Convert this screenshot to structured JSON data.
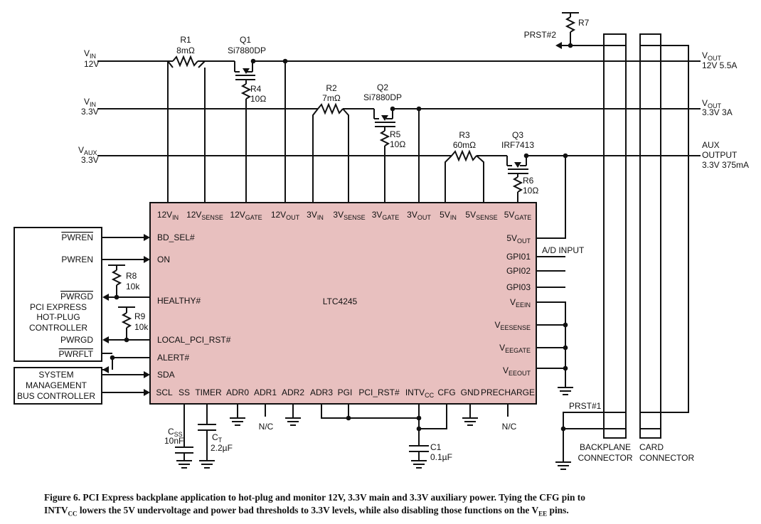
{
  "rails": {
    "vin12": {
      "main": "V",
      "sub": "IN",
      "value": "12V"
    },
    "vin33": {
      "main": "V",
      "sub": "IN",
      "value": "3.3V"
    },
    "vaux": {
      "main": "V",
      "sub": "AUX",
      "value": "3.3V"
    }
  },
  "outputs": {
    "vout12": {
      "main": "V",
      "sub": "OUT",
      "value": "12V 5.5A"
    },
    "vout33": {
      "main": "V",
      "sub": "OUT",
      "value": "3.3V 3A"
    },
    "aux": {
      "line1": "AUX",
      "line2": "OUTPUT",
      "line3": "3.3V 375mA"
    }
  },
  "components": {
    "r1": {
      "ref": "R1",
      "value": "8mΩ"
    },
    "q1": {
      "ref": "Q1",
      "part": "Si7880DP"
    },
    "r4": {
      "ref": "R4",
      "value": "10Ω"
    },
    "r2": {
      "ref": "R2",
      "value": "7mΩ"
    },
    "q2": {
      "ref": "Q2",
      "part": "Si7880DP"
    },
    "r5": {
      "ref": "R5",
      "value": "10Ω"
    },
    "r3": {
      "ref": "R3",
      "value": "60mΩ"
    },
    "q3": {
      "ref": "Q3",
      "part": "IRF7413"
    },
    "r6": {
      "ref": "R6",
      "value": "10Ω"
    },
    "r7": {
      "ref": "R7"
    },
    "r8": {
      "ref": "R8",
      "value": "10k"
    },
    "r9": {
      "ref": "R9",
      "value": "10k"
    },
    "css": {
      "main": "C",
      "sub": "SS",
      "value": "10nF"
    },
    "ct": {
      "main": "C",
      "sub": "T",
      "value": "2.2µF"
    },
    "c1": {
      "ref": "C1",
      "value": "0.1µF"
    }
  },
  "ic": {
    "name": "LTC4245",
    "top_pins": [
      {
        "main": "12V",
        "sub": "IN"
      },
      {
        "main": "12V",
        "sub": "SENSE"
      },
      {
        "main": "12V",
        "sub": "GATE"
      },
      {
        "main": "12V",
        "sub": "OUT"
      },
      {
        "main": "3V",
        "sub": "IN"
      },
      {
        "main": "3V",
        "sub": "SENSE"
      },
      {
        "main": "3V",
        "sub": "GATE"
      },
      {
        "main": "3V",
        "sub": "OUT"
      },
      {
        "main": "5V",
        "sub": "IN"
      },
      {
        "main": "5V",
        "sub": "SENSE"
      },
      {
        "main": "5V",
        "sub": "GATE"
      }
    ],
    "left_pins": [
      "BD_SEL#",
      "ON",
      "HEALTHY#",
      "LOCAL_PCI_RST#",
      "ALERT#",
      "SDA"
    ],
    "bottom_pins": [
      "SCL",
      "SS",
      "TIMER",
      "ADR0",
      "ADR1",
      "ADR2",
      "ADR3",
      "PGI",
      "PCI_RST#",
      "INTVCC",
      "CFG",
      "GND",
      "PRECHARGE"
    ],
    "intvcc": {
      "main": "INTV",
      "sub": "CC"
    },
    "right_pins": [
      {
        "main": "5V",
        "sub": "OUT"
      },
      {
        "main": "GPI01",
        "sub": ""
      },
      {
        "main": "GPI02",
        "sub": ""
      },
      {
        "main": "GPI03",
        "sub": ""
      },
      {
        "main": "V",
        "sub": "EEIN"
      },
      {
        "main": "V",
        "sub": "EESENSE"
      },
      {
        "main": "V",
        "sub": "EEGATE"
      },
      {
        "main": "V",
        "sub": "EEOUT"
      }
    ]
  },
  "controller": {
    "signals": [
      "PWREN",
      "PWREN",
      "PWRGD",
      "PWRGD",
      "PWRFLT"
    ],
    "name_lines": [
      "PCI EXPRESS",
      "HOT-PLUG",
      "CONTROLLER"
    ]
  },
  "smbus": {
    "name_lines": [
      "SYSTEM",
      "MANAGEMENT",
      "BUS CONTROLLER"
    ]
  },
  "labels": {
    "ad_input": "A/D INPUT",
    "prst2": "PRST#2",
    "prst1": "PRST#1",
    "nc": "N/C",
    "backplane": [
      "BACKPLANE",
      "CONNECTOR"
    ],
    "card": [
      "CARD",
      "CONNECTOR"
    ]
  },
  "caption": {
    "part1": "Figure 6. PCI Express backplane application to hot-plug and monitor 12V, 3.3V main and 3.3V auxiliary power. Tying the CFG pin to",
    "intv": "INTV",
    "intv_sub": "CC",
    "part2": " lowers the 5V undervoltage and power bad thresholds to 3.3V levels, while also disabling those functions on the V",
    "vee_sub": "EE",
    "part3": " pins."
  },
  "colors": {
    "ic_fill": "#e8c0bf",
    "wire": "#111111"
  }
}
